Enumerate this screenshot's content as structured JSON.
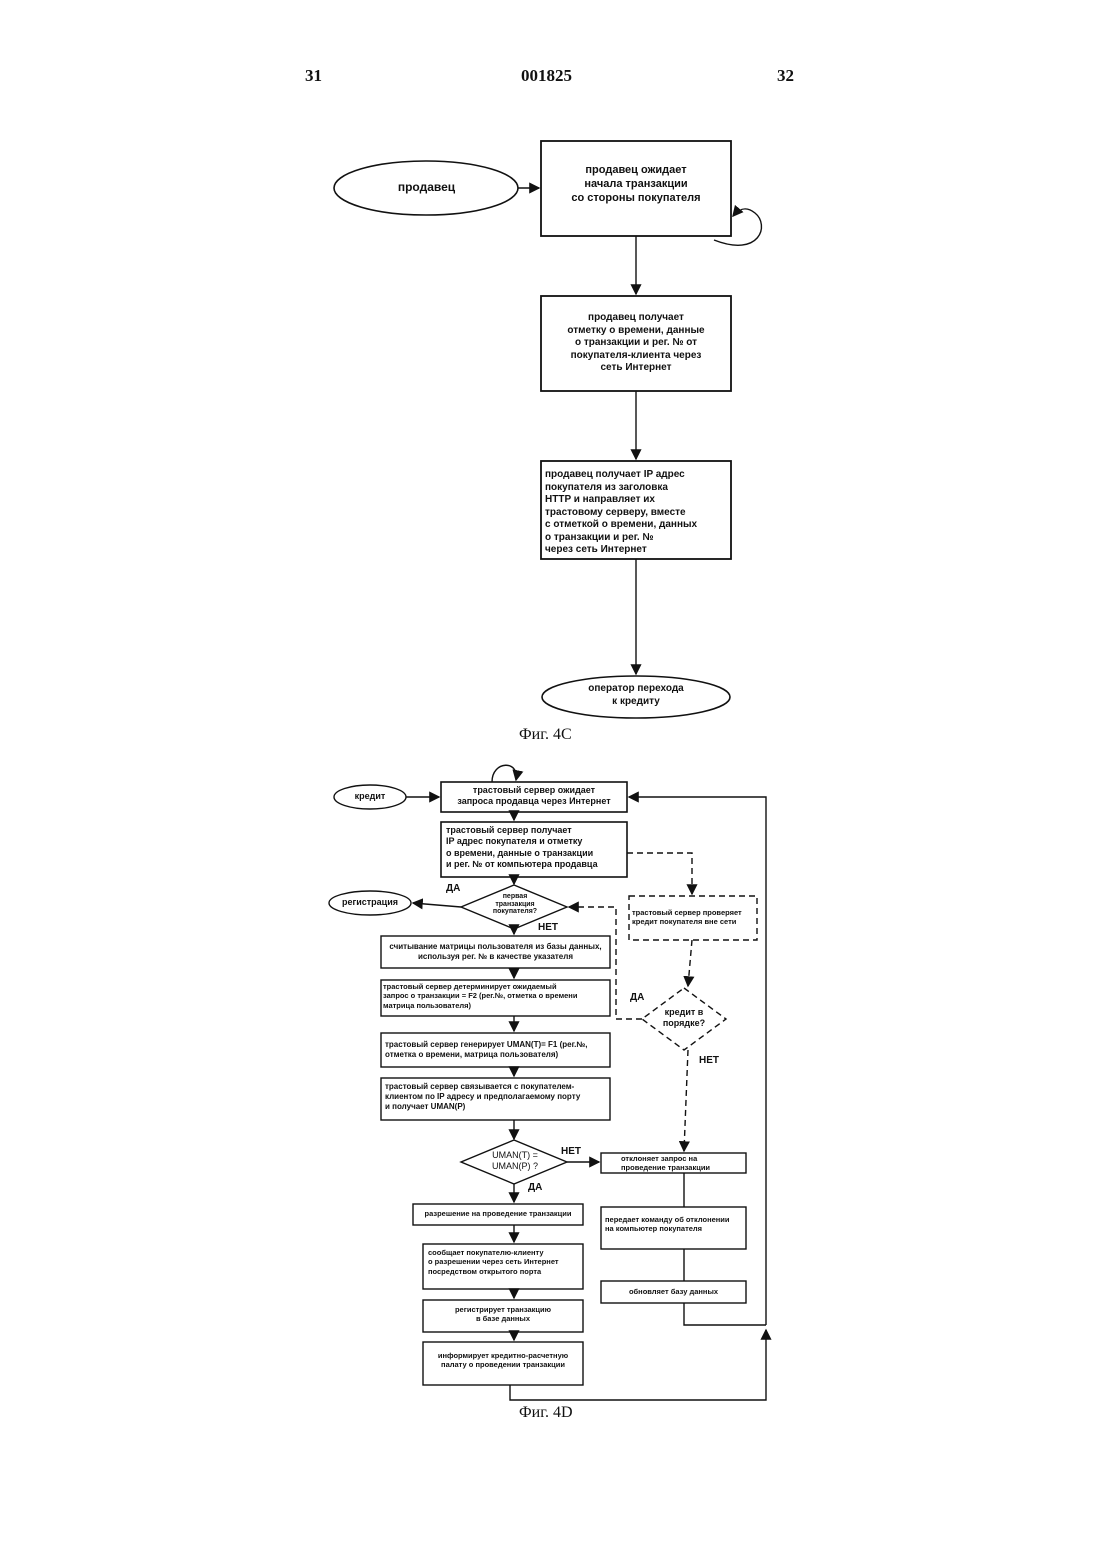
{
  "header": {
    "left_page": "31",
    "doc_number": "001825",
    "right_page": "32"
  },
  "fig4c": {
    "caption": "Фиг. 4C",
    "seller_oval": "продавец",
    "box1": "продавец ожидает\nначала транзакции\nсо стороны покупателя",
    "box2": "продавец получает\nотметку о времени, данные\nо транзакции и рег. № от\nпокупателя-клиента через\nсеть Интернет",
    "box3": "продавец получает IP адрес\nпокупателя из заголовка\nHTTP и направляет их\nтрастовому серверу, вместе\nс отметкой о времени, данных\nо транзакции и рег. №\nчерез сеть Интернет",
    "end_oval": "оператор перехода\nк кредиту"
  },
  "fig4d": {
    "caption": "Фиг. 4D",
    "credit_oval": "кредит",
    "registration_oval": "регистрация",
    "b1": "трастовый сервер ожидает\nзапроса продавца через Интернет",
    "b2": "трастовый сервер получает\nIP адрес покупателя и отметку\nо времени, данные о транзакции\nи рег. № от компьютера продавца",
    "d1": "первая\nтранзакция\nпокупателя?",
    "yes1": "ДА",
    "no1": "НЕТ",
    "b3": "считывание матрицы пользователя из базы данных,\nиспользуя рег. № в качестве указателя",
    "b4": "трастовый сервер детерминирует ожидаемый\nзапрос о транзакции = F2 (рег.№, отметка о времени\nматрица пользователя)",
    "b5": "трастовый сервер генерирует UMAN(T)= F1 (рег.№,\nотметка о времени, матрица пользователя)",
    "b6": "трастовый сервер связывается с покупателем-\nклиентом по IP адресу и предполагаемому порту\nи получает UMAN(P)",
    "d2": "UMAN(T) =\nUMAN(P) ?",
    "yes2": "ДА",
    "no2": "НЕТ",
    "b7": "разрешение на проведение транзакции",
    "b8": "сообщает покупателю-клиенту\nо разрешении через сеть Интернет\nпосредством открытого порта",
    "b9": "регистрирует транзакцию\nв базе данных",
    "b10": "информирует кредитно-расчетную\nпалату о проведении транзакции",
    "r1": "трастовый сервер проверяет\nкредит покупателя вне сети",
    "d3": "кредит в\nпорядке?",
    "yes3": "ДА",
    "no3": "НЕТ",
    "r2": "отклоняет запрос на\nпроведение транзакции",
    "r3": "передает команду об отклонении\nна компьютер покупателя",
    "r4": "обновляет базу данных"
  }
}
